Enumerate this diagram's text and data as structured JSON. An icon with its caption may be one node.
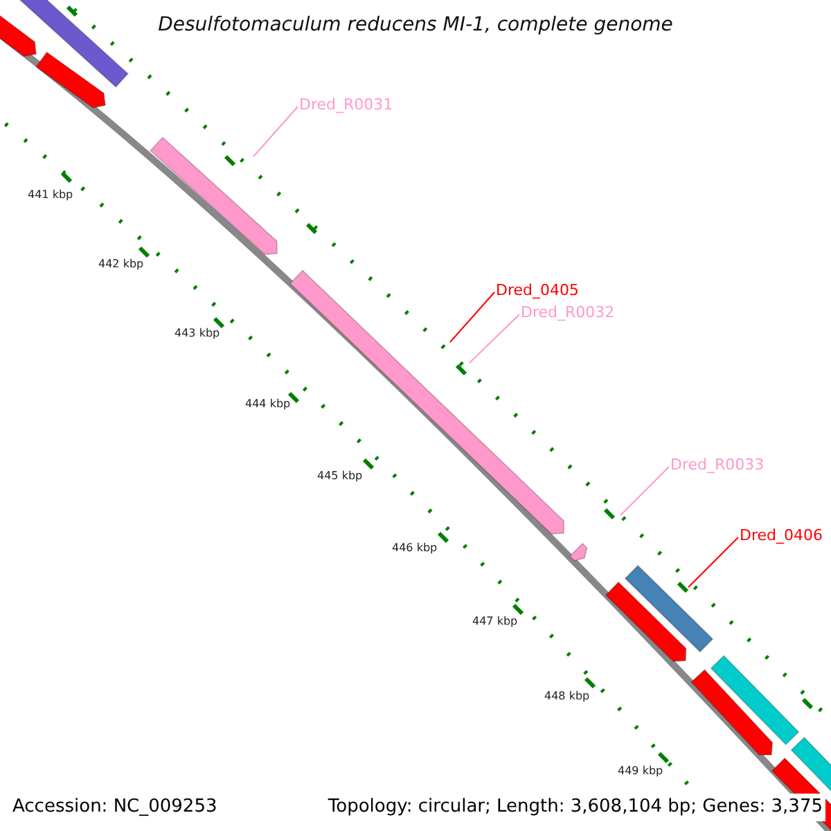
{
  "diagram": {
    "title": "Desulfotomaculum reducens MI-1, complete genome",
    "nodes": [
      {
        "text": [
          "Dred_R0031"
        ]
      },
      {
        "text": [
          "Dred_0405"
        ]
      },
      {
        "text": [
          "Dred_R0032"
        ]
      },
      {
        "text": [
          "Dred_R0033"
        ]
      },
      {
        "text": [
          "Dred_0406"
        ]
      }
    ],
    "edges": [
      {
        "from": 0,
        "to": null,
        "arrow": "none",
        "color": "#ff99cc"
      },
      {
        "from": 1,
        "to": null,
        "arrow": "none",
        "color": "#ff0000"
      },
      {
        "from": 2,
        "to": null,
        "arrow": "none",
        "color": "#ff99cc"
      },
      {
        "from": 3,
        "to": null,
        "arrow": "none",
        "color": "#ff99cc"
      },
      {
        "from": 4,
        "to": null,
        "arrow": "none",
        "color": "#ff0000"
      }
    ],
    "labels": [
      "441 kbp",
      "442 kbp",
      "443 kbp",
      "444 kbp",
      "445 kbp",
      "446 kbp",
      "447 kbp",
      "448 kbp",
      "449 kbp",
      "Accession: NC_009253",
      "Topology: circular; Length: 3,608,104 bp; Genes: 3,375"
    ]
  }
}
